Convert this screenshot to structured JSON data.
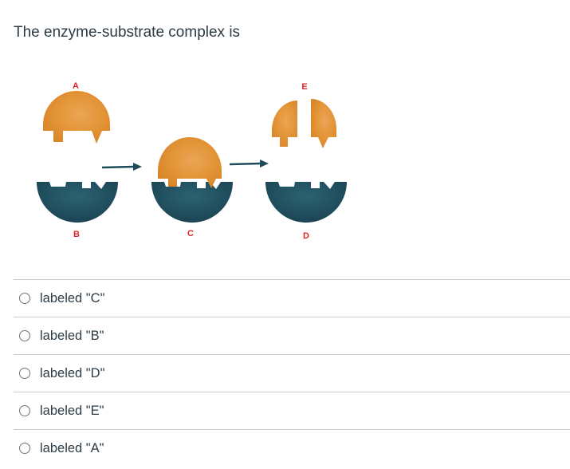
{
  "question": {
    "text": "The enzyme-substrate complex is"
  },
  "diagram": {
    "labels": {
      "a": "A",
      "b": "B",
      "c": "C",
      "d": "D",
      "e": "E"
    },
    "colors": {
      "substrate": "#e39436",
      "enzyme": "#1e4a5a",
      "arrow": "#1e4a5a",
      "label": "#e0242a"
    }
  },
  "answers": [
    {
      "label": "labeled \"C\""
    },
    {
      "label": "labeled \"B\""
    },
    {
      "label": "labeled \"D\""
    },
    {
      "label": "labeled \"E\""
    },
    {
      "label": "labeled \"A\""
    }
  ]
}
